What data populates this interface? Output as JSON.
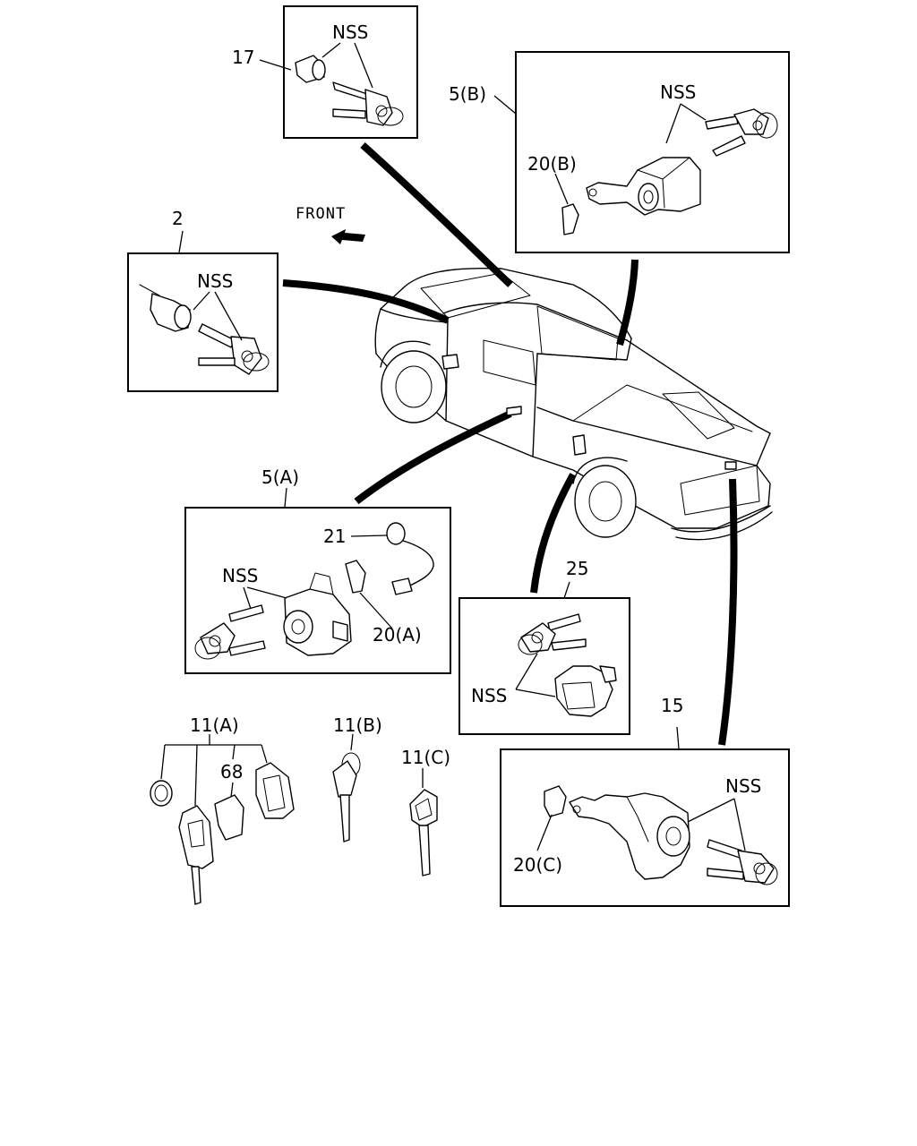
{
  "front_label": "FRONT",
  "callouts": {
    "c17": "17",
    "c5b": "5(B)",
    "c20b": "20(B)",
    "c2": "2",
    "c5a": "5(A)",
    "c21": "21",
    "c20a": "20(A)",
    "c25": "25",
    "c15": "15",
    "c20c": "20(C)",
    "c11a": "11(A)",
    "c68": "68",
    "c11b": "11(B)",
    "c11c": "11(C)"
  },
  "nss": {
    "box17": "NSS",
    "box5b": "NSS",
    "box2": "NSS",
    "box5a": "NSS",
    "box25": "NSS",
    "box15": "NSS"
  }
}
